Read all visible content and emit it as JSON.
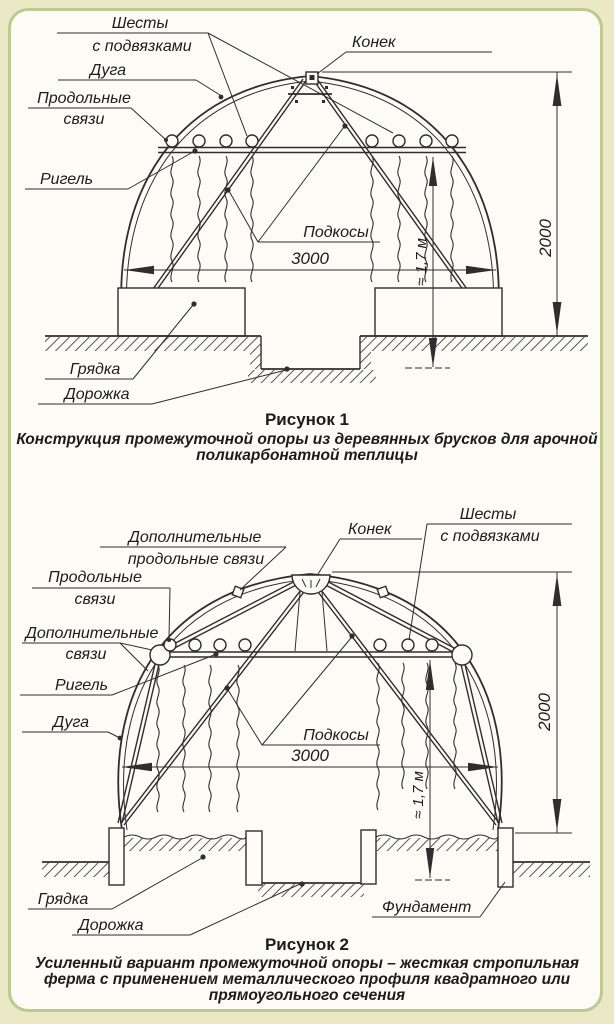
{
  "palette": {
    "page_bg": "#eae8c5",
    "panel_bg": "#fcfbf6",
    "panel_border": "#bcca8f",
    "ink": "#2e2e2e"
  },
  "figure1": {
    "labels": {
      "shesty_line1": "Шесты",
      "shesty_line2": "с подвязками",
      "konek": "Конек",
      "duga": "Дуга",
      "prodolnye_line1": "Продольные",
      "prodolnye_line2": "связи",
      "rigel": "Ригель",
      "podkosy": "Подкосы",
      "gryadka": "Грядка",
      "dorozhka": "Дорожка"
    },
    "dims": {
      "width": "3000",
      "height": "2000",
      "clearance": "≈ 1,7 м"
    },
    "caption": {
      "title": "Рисунок 1",
      "line1": "Конструкция промежуточной опоры из деревянных брусков для арочной",
      "line2": "поликарбонатной теплицы"
    }
  },
  "figure2": {
    "labels": {
      "dop_prod_line1": "Дополнительные",
      "dop_prod_line2": "продольные связи",
      "konek": "Конек",
      "shesty_line1": "Шесты",
      "shesty_line2": "с подвязками",
      "prodolnye_line1": "Продольные",
      "prodolnye_line2": "связи",
      "dop_line1": "Дополнительные",
      "dop_line2": "связи",
      "rigel": "Ригель",
      "duga": "Дуга",
      "podkosy": "Подкосы",
      "gryadka": "Грядка",
      "dorozhka": "Дорожка",
      "fundament": "Фундамент"
    },
    "dims": {
      "width": "3000",
      "height": "2000",
      "clearance": "≈ 1,7 м"
    },
    "caption": {
      "title": "Рисунок 2",
      "line1": "Усиленный вариант промежуточной опоры – жесткая стропильная",
      "line2": "ферма с применением металлического профиля квадратного или",
      "line3": "прямоугольного сечения"
    }
  }
}
